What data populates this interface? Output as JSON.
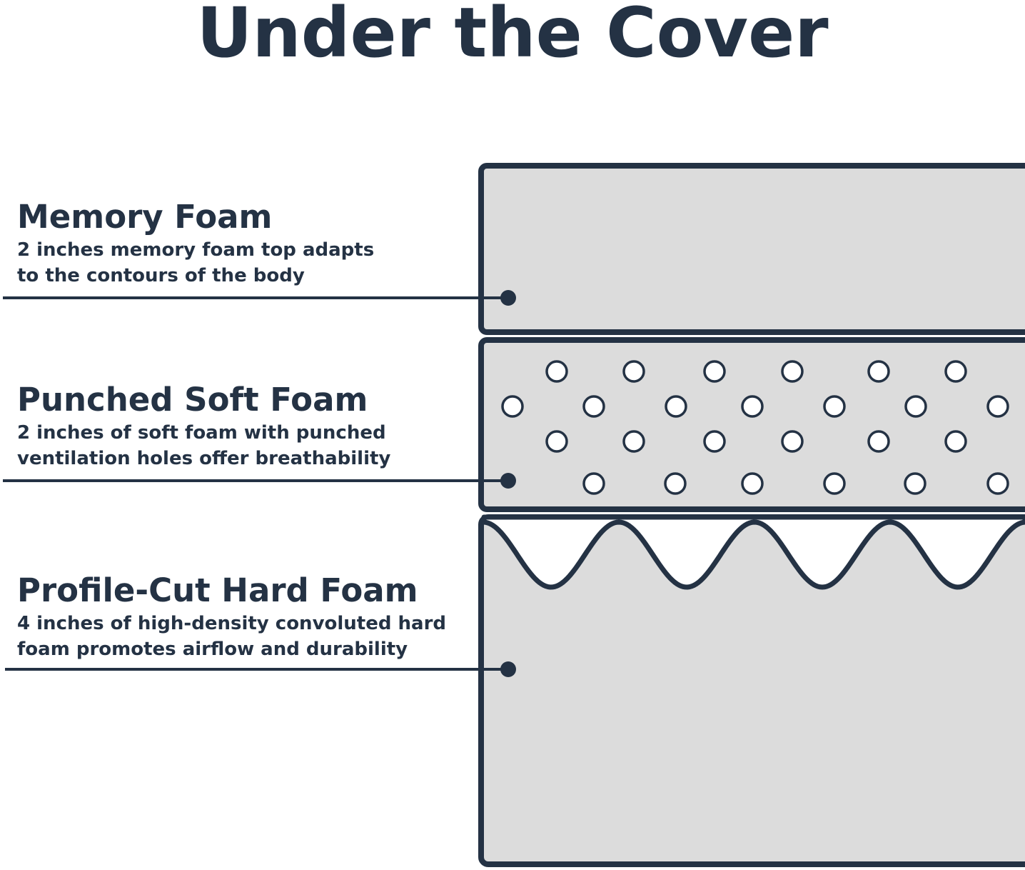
{
  "title": "Under the Cover",
  "colors": {
    "ink": "#243244",
    "foam_fill": "#dcdcdc",
    "hole_fill": "#ffffff",
    "background": "#ffffff"
  },
  "layers": [
    {
      "name": "Memory Foam",
      "description": "2 inches memory foam top adapts\nto the contours of the body"
    },
    {
      "name": "Punched Soft Foam",
      "description": "2 inches of soft foam with punched\nventilation holes offer breathability"
    },
    {
      "name": "Profile-Cut Hard Foam",
      "description": "4 inches of high-density convoluted hard\nfoam promotes airflow and durability"
    }
  ]
}
